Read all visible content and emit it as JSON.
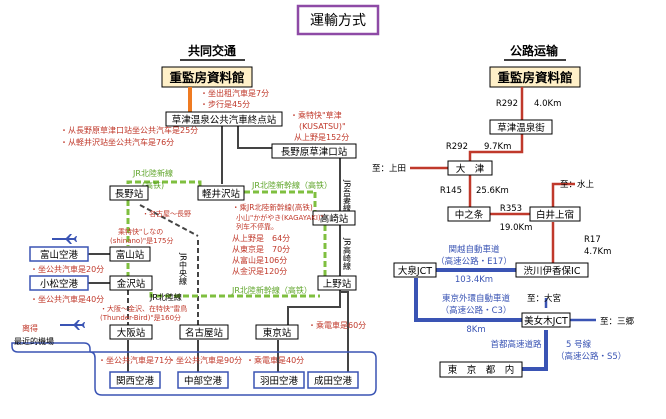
{
  "title": "運輸方式",
  "public_transport": {
    "heading": "共同交通",
    "museum": "重監房資料館",
    "museum_access": [
      "・坐出租汽車是7分",
      "・步行是45分"
    ],
    "terminal": "草津温泉公共汽車終点站",
    "nagano_kusatsu_bus": "・从長野原草津口站坐公共汽车是25分",
    "karuizawa_bus": "・从軽井沢站坐公共汽车是76分",
    "limited_exp_kusatsu": "・乘特快\"草津",
    "limited_exp_kusatsu_en": "(KUSATSU)\"",
    "limited_exp_kusatsu_time": "从上野是152分",
    "naganohara": "長野原草津口站",
    "agatsuma_line": "JR吾妻線",
    "hokuriku_top": "JR北陸新線",
    "hokuriku_top_sub": "(高铁)",
    "hokuriku_right": "JR北陸新幹線（高铁）",
    "nagano": "長野站",
    "karuizawa": "軽井沢站",
    "takasaki": "高崎站",
    "hokuriku_exp": "・乘JR北陸新幹線(高铁)",
    "kagayaki": "小山\"かがやき(KAGAYAKI)\"",
    "kagayaki_note": "列车不停靠。",
    "nagoya_nagano": "・名古屋～長野",
    "shinano": "乘特快\"しなの",
    "shinano_en": "(shinano)\"是175分",
    "times": [
      "从上野是　64分",
      "从東京是　70分",
      "从富山是106分",
      "从金沢是120分"
    ],
    "joetsu_line": "JR上越線",
    "toyama_airport": "富山空港",
    "toyama": "富山站",
    "toyama_bus": "・坐公共汽車是20分",
    "komatsu_airport": "小松空港",
    "kanazawa": "金沢站",
    "komatsu_bus": "・坐公共汽車是40分",
    "hokuriku_line": "JR北陸線",
    "osaka_kanazawa": "・大阪～金沢、在特快\"雷鳥",
    "thunderbird": "(Thunder-Bird)\"是160分",
    "chuo_line": "JR中央線",
    "hokuriku_bottom": "JR北陸新幹線（高铁）",
    "takasaki_line": "JR高崎線",
    "ueno": "上野站",
    "tram": "・乘電車是60分",
    "nearest_airport": "离得",
    "nearest_airport2": "最近的機場",
    "osaka": "大阪站",
    "nagoya": "名古屋站",
    "tokyo": "東京站",
    "kansai_bus": "・坐公共汽車是71分",
    "chubu_bus": "・坐公共汽車是90分",
    "tokyo_train": "・乘電車是40分",
    "kansai_airport": "関西空港",
    "chubu_airport": "中部空港",
    "haneda_airport": "羽田空港",
    "narita_airport": "成田空港"
  },
  "road_transport": {
    "heading": "公路运输",
    "museum": "重監房資料館",
    "r292_a": "R292",
    "dist_a": "4.0Km",
    "onsengai": "草津温泉街",
    "r292_b": "R292",
    "dist_b": "9.7Km",
    "to_ueda": "至：上田",
    "otsu": "大　津",
    "r145": "R145",
    "dist_c": "25.6Km",
    "to_mizukami": "至：水上",
    "nakanojo": "中之条",
    "r353": "R353",
    "dist_d": "19.0Km",
    "shiroi": "白井上宿",
    "r17": "R17",
    "dist_e": "4.7Km",
    "kanetsu": "関越自動車道",
    "kanetsu_sub": "（高速公路・E17）",
    "kanetsu_dist": "103.4Km",
    "oizumi": "大泉JCT",
    "shibukawa": "渋川伊香保IC",
    "gaikan": "東京外環自動車道",
    "gaikan_sub": "（高速公路・C3）",
    "gaikan_dist": "8Km",
    "to_omiya": "至：大宮",
    "bijogi": "美女木JCT",
    "to_misato": "至：三郷",
    "shuto": "首都高速道路",
    "route5": "5 号線",
    "route5_sub": "（高速公路・S5）",
    "tokyo_center": "東　京　都　内"
  },
  "colors": {
    "title_border": "#8e4aa6",
    "red_text": "#c0392b",
    "green": "#7fbf3f",
    "blue": "#3a54b4",
    "orange": "#ef7b21",
    "highlight": "#fff0c8"
  }
}
